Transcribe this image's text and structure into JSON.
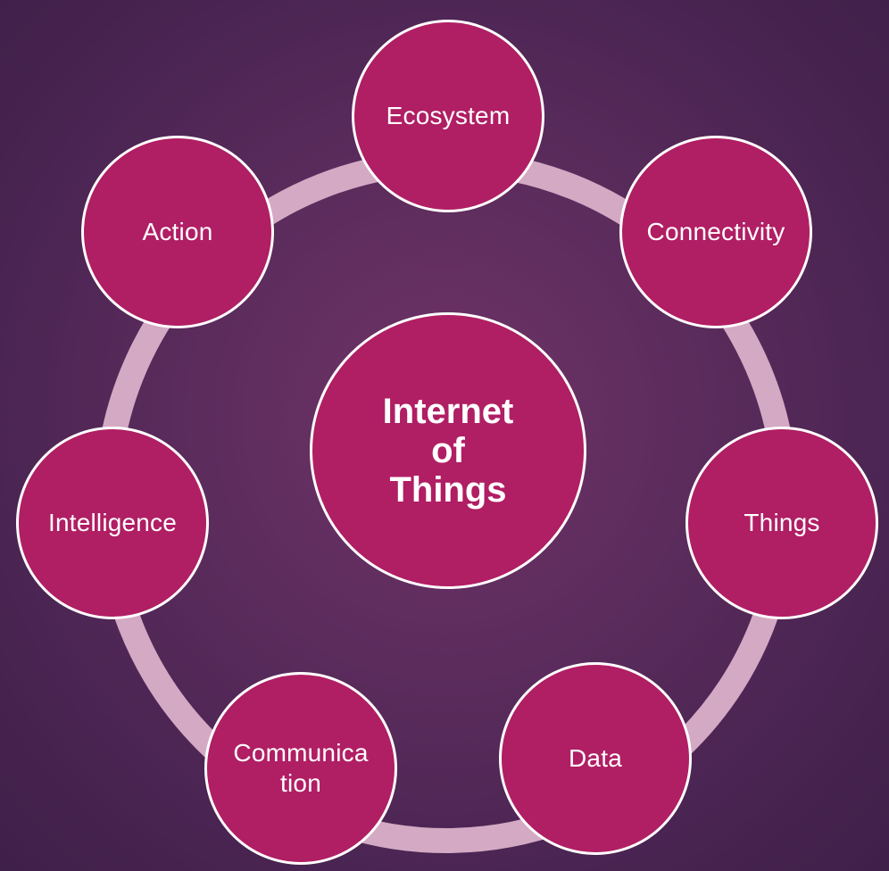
{
  "center": {
    "label": "Internet of Things"
  },
  "nodes": [
    {
      "label": "Ecosystem"
    },
    {
      "label": "Connectivity"
    },
    {
      "label": "Things"
    },
    {
      "label": "Data"
    },
    {
      "label": "Communication"
    },
    {
      "label": "Intelligence"
    },
    {
      "label": "Action"
    }
  ],
  "colors": {
    "node_fill": "#b01e64",
    "node_border": "#ffffff",
    "ring": "#d4a9c4",
    "background": "#5e2d5e",
    "text": "#ffffff"
  }
}
